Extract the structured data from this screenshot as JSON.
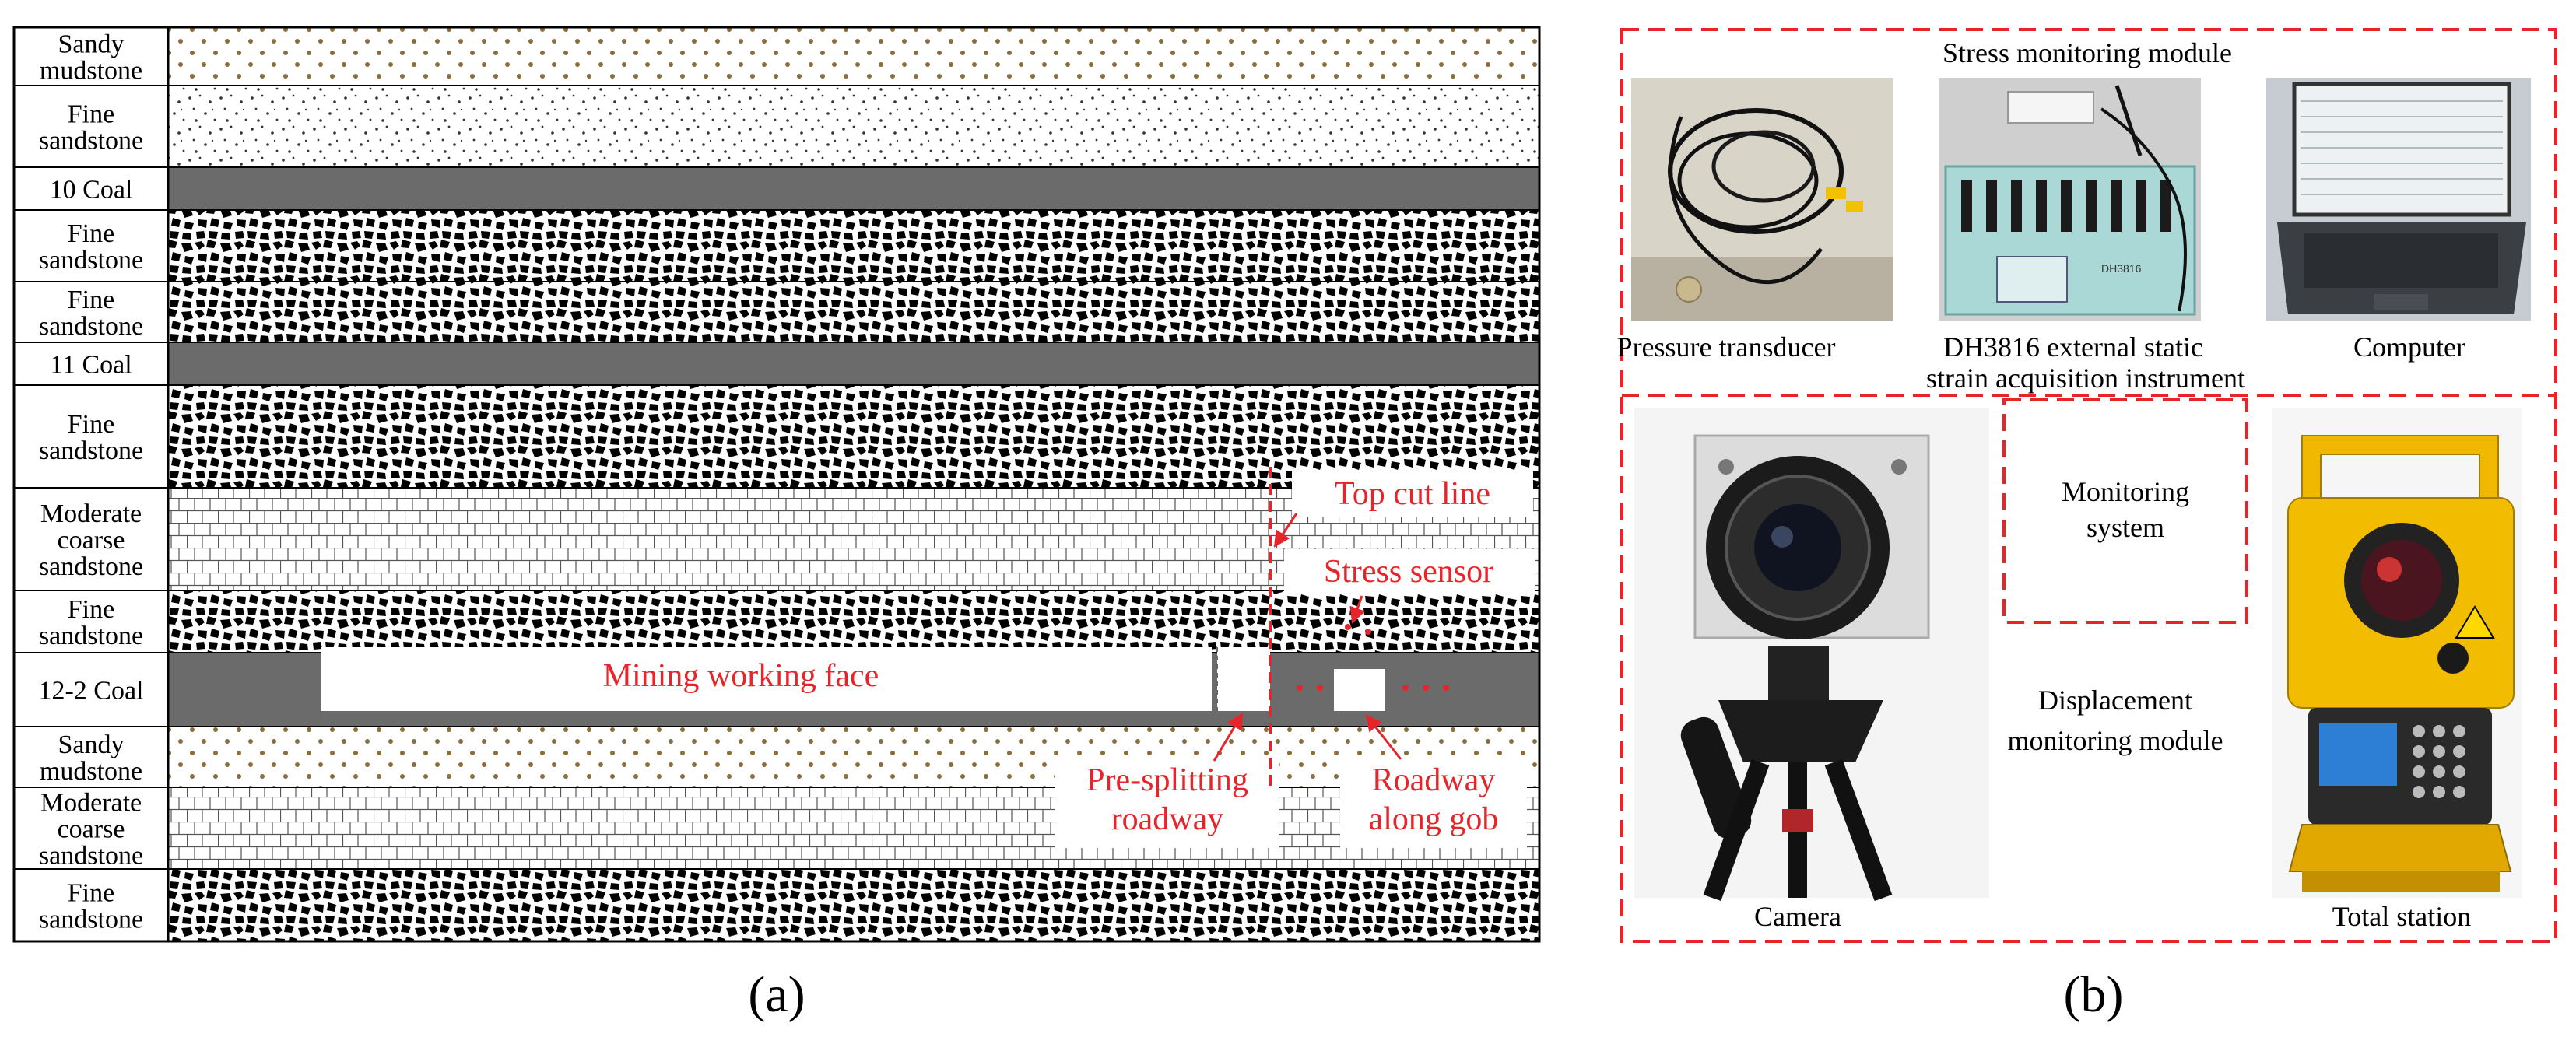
{
  "panel_a": {
    "caption": "(a)",
    "layers": [
      {
        "name_lines": [
          "Sandy",
          "mudstone"
        ],
        "fill": "sandy"
      },
      {
        "name_lines": [
          "Fine",
          "sandstone"
        ],
        "fill": "speckle"
      },
      {
        "name_lines": [
          "10 Coal"
        ],
        "fill": "coal"
      },
      {
        "name_lines": [
          "Fine",
          "sandstone"
        ],
        "fill": "coarse"
      },
      {
        "name_lines": [
          "Fine",
          "sandstone"
        ],
        "fill": "coarse"
      },
      {
        "name_lines": [
          "11 Coal"
        ],
        "fill": "coal"
      },
      {
        "name_lines": [
          "Fine",
          "sandstone"
        ],
        "fill": "coarse"
      },
      {
        "name_lines": [
          "Moderate",
          "coarse",
          "sandstone"
        ],
        "fill": "brick"
      },
      {
        "name_lines": [
          "Fine",
          "sandstone"
        ],
        "fill": "coarse"
      },
      {
        "name_lines": [
          "12-2 Coal"
        ],
        "fill": "coal"
      },
      {
        "name_lines": [
          "Sandy",
          "mudstone"
        ],
        "fill": "sandy"
      },
      {
        "name_lines": [
          "Moderate",
          "coarse",
          "sandstone"
        ],
        "fill": "brick"
      },
      {
        "name_lines": [
          "Fine",
          "sandstone"
        ],
        "fill": "coarse"
      }
    ],
    "annotations": {
      "top_cut_line": "Top cut line",
      "stress_sensor": "Stress sensor",
      "mining_working_face": "Mining working face",
      "pre_splitting_roadway": [
        "Pre-splitting",
        "roadway"
      ],
      "roadway_along_gob": [
        "Roadway",
        "along gob"
      ]
    }
  },
  "panel_b": {
    "caption": "(b)",
    "stress_module": "Stress monitoring module",
    "pressure_transducer": "Pressure transducer",
    "dh3816": [
      "DH3816 external static",
      "strain acquisition instrument"
    ],
    "computer": "Computer",
    "monitoring_system": [
      "Monitoring",
      "system"
    ],
    "displacement_module": [
      "Displacement",
      "monitoring module"
    ],
    "camera": "Camera",
    "total_station": "Total station",
    "device_screen_text": "DH3816"
  },
  "colors": {
    "annotation_red": "#e8242b",
    "coal_gray": "#6b6b6b",
    "frame_black": "#000000"
  }
}
